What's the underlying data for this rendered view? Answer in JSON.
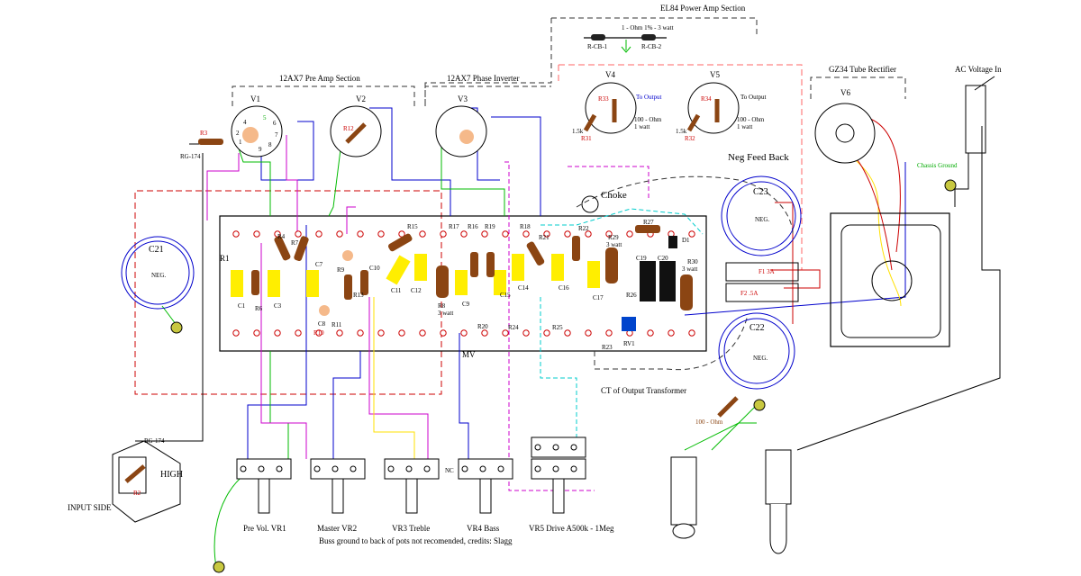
{
  "sections": {
    "el84": "EL84 Power Amp Section",
    "preamp": "12AX7 Pre Amp Section",
    "phase_inverter": "12AX7 Phase Inverter",
    "rectifier": "GZ34 Tube Rectifier",
    "ac_in": "AC Voltage In"
  },
  "resistor_header": {
    "rating": "1 - Ohm 1% - 3 watt",
    "rcb1": "R-CB-1",
    "rcb2": "R-CB-2"
  },
  "tubes": {
    "v1": "V1",
    "v2": "V2",
    "v3": "V3",
    "v4": "V4",
    "v5": "V5",
    "v6": "V6"
  },
  "output": {
    "to_output_1": "To Output",
    "to_output_2": "To Output",
    "r_100_1a": "100 - Ohm",
    "r_100_1b": "1 watt",
    "r_100_2a": "100 - Ohm",
    "r_100_2b": "1 watt",
    "r31": "R31",
    "r32": "R32",
    "k15a": "1.5k",
    "k15b": "1.5k",
    "r33": "R33",
    "r34": "R34"
  },
  "labels": {
    "neg_feedback": "Neg Feed Back",
    "choke": "Choke",
    "chassis_ground": "Chassis Ground",
    "ct_output": "CT of Output Transformer",
    "hundred_ohm": "100 - Ohm",
    "rg174_top": "RG-174",
    "rg174_bottom": "RG-174",
    "high": "HIGH",
    "input_side": "INPUT SIDE",
    "mv": "MV",
    "rv1": "RV1",
    "nc": "NC",
    "buss_note": "Buss ground to back of pots not recomended, credits: Slagg",
    "three_watt_1": "3 watt",
    "three_watt_2": "3 watt",
    "three_watt_3": "3 watt",
    "neg": "NEG."
  },
  "caps": {
    "c21": "C21",
    "c22": "C22",
    "c23": "C23",
    "c1": "C1",
    "c3": "C3",
    "c7": "C7",
    "c8": "C8",
    "c9": "C9",
    "c10": "C10",
    "c11": "C11",
    "c12": "C12",
    "c14": "C14",
    "c15": "C15",
    "c16": "C16",
    "c17": "C17",
    "c19": "C19",
    "c20": "C20"
  },
  "resistors": {
    "r1": "R1",
    "r2": "R2",
    "r3": "R3",
    "r4": "R4",
    "r6": "R6",
    "r7": "R7",
    "r8": "R8",
    "r9": "R9",
    "r10": "R10",
    "r11": "R11",
    "r12": "R12",
    "r13": "R13",
    "r15": "R15",
    "r16": "R16",
    "r17": "R17",
    "r18": "R18",
    "r19": "R19",
    "r20": "R20",
    "r21": "R21",
    "r22": "R22",
    "r23": "R23",
    "r24": "R24",
    "r25": "R25",
    "r26": "R26",
    "r27": "R27",
    "r29": "R29",
    "r30": "R30",
    "d1": "D1"
  },
  "fuses": {
    "f1": "F1 3A",
    "f2": "F2 .5A"
  },
  "pots": {
    "vr1": "Pre Vol. VR1",
    "vr2": "Master VR2",
    "vr3": "VR3 Treble",
    "vr4": "VR4 Bass",
    "vr5": "VR5 Drive A500k - 1Meg"
  },
  "colors": {
    "board": "#000000",
    "pad": "#cc0000",
    "resistor": "#8b4513",
    "cap_yellow": "#ffee00",
    "cap_black": "#111111",
    "wire_red": "#cc0000",
    "wire_blue": "#0000cc",
    "wire_green": "#00bb00",
    "wire_magenta": "#cc00cc",
    "wire_cyan": "#00cccc",
    "wire_yellow": "#ffe000",
    "dashed_red": "#cc0000",
    "dashed_pink": "#ff6666",
    "dashed_black": "#333333",
    "rv1_blue": "#0044cc"
  }
}
